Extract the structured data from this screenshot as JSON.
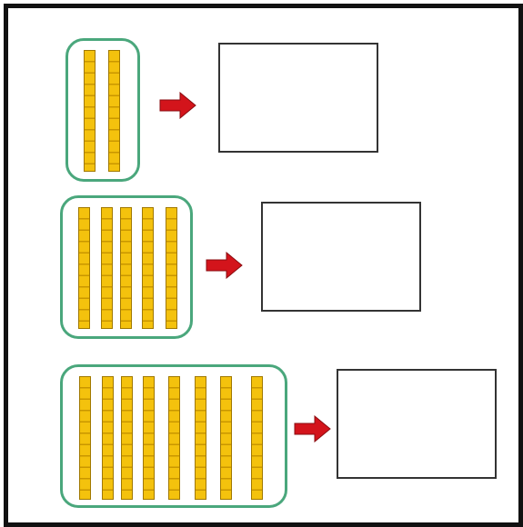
{
  "rows": [
    {
      "rod_count": 2,
      "answer": ""
    },
    {
      "rod_count": 5,
      "answer": ""
    },
    {
      "rod_count": 8,
      "answer": ""
    }
  ],
  "colors": {
    "group_border": "#4aa77c",
    "rod_fill": "#f4c20d",
    "rod_grid": "#c99600",
    "arrow": "#d3141b",
    "frame": "#111111"
  },
  "icons": {
    "arrow": "right-arrow-icon"
  }
}
